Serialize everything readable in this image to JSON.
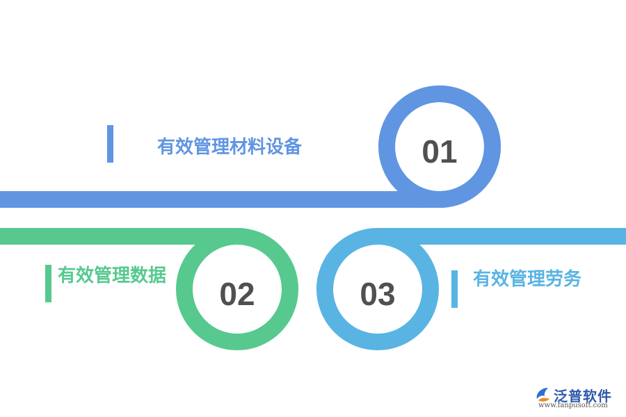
{
  "steps": [
    {
      "number": "01",
      "label": "有效管理材料设备",
      "color": "#6095e2"
    },
    {
      "number": "02",
      "label": "有效管理数据",
      "color": "#57c98f"
    },
    {
      "number": "03",
      "label": "有效管理劳务",
      "color": "#59b4e3"
    }
  ],
  "logo": {
    "name": "泛普软件",
    "url": "www.fanpusoft.com",
    "icon": "fanpu-logo-icon"
  }
}
